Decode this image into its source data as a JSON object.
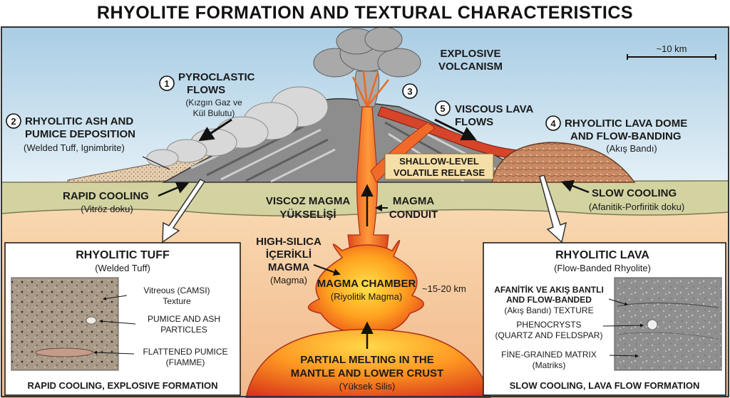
{
  "title": "RHYOLITE FORMATION AND TEXTURAL CHARACTERISTICS",
  "scale": "~10 km",
  "numbers": {
    "n1": "1",
    "n2": "2",
    "n3": "3",
    "n4": "4",
    "n5": "5"
  },
  "labels": {
    "pyroclastic_l1": "PYROCLASTIC",
    "pyroclastic_l2": "FLOWS",
    "pyroclastic_sub1": "(Kızgın Gaz ve",
    "pyroclastic_sub2": "Kül Bulutu)",
    "explosive_l1": "EXPLOSIVE",
    "explosive_l2": "VOLCANISM",
    "ash_l1": "RHYOLITIC ASH AND",
    "ash_l2": "PUMICE DEPOSITION",
    "ash_sub": "(Welded Tuff, Ignimbrite)",
    "viscous_l1": "VISCOUS LAVA",
    "viscous_l2": "FLOWS",
    "dome_l1": "RHYOLITIC LAVA DOME",
    "dome_l2": "AND FLOW-BANDING",
    "dome_sub": "(Akış Bandı)",
    "shallow_l1": "SHALLOW-LEVEL",
    "shallow_l2": "VOLATILE RELEASE",
    "rapid_cooling": "RAPID COOLING",
    "rapid_sub": "(Vitröz doku)",
    "slow_cooling": "SLOW COOLING",
    "slow_sub": "(Afanitik-Porfiritik doku)",
    "viscoz_l1": "VISCOZ MAGMA",
    "viscoz_l2": "YÜKSELİŞİ",
    "conduit_l1": "MAGMA",
    "conduit_l2": "CONDUIT",
    "highsilica_l1": "HIGH-SILICA",
    "highsilica_l2": "İÇERİKLİ",
    "highsilica_l3": "MAGMA",
    "highsilica_sub": "(Magma)",
    "chamber": "MAGMA CHAMBER",
    "chamber_sub": "(Riyolitik Magma)",
    "depth": "~15-20 km",
    "melting_l1": "PARTIAL MELTING IN THE",
    "melting_l2": "MANTLE AND LOWER CRUST",
    "melting_sub": "(Yüksek Silis)"
  },
  "tuff_panel": {
    "title": "RHYOLITIC TUFF",
    "subtitle": "(Welded Tuff)",
    "c1_l1": "Vitreous (CAMSI)",
    "c1_l2": "Texture",
    "c2_l1": "PUMICE AND ASH",
    "c2_l2": "PARTICLES",
    "c3_l1": "FLATTENED PUMICE",
    "c3_l2": "(FIAMME)",
    "footer": "RAPID COOLING, EXPLOSIVE FORMATION"
  },
  "lava_panel": {
    "title": "RHYOLITIC LAVA",
    "subtitle": "(Flow-Banded Rhyolite)",
    "c1_l1": "AFANİTİK VE AKIŞ BANTLI",
    "c1_l2": "AND FLOW-BANDED",
    "c1_l3": "(Akış Bandı) TEXTURE",
    "c2_l1": "PHENOCRYSTS",
    "c2_l2": "(QUARTZ AND FELDSPAR)",
    "c3_l1": "FİNE-GRAINED MATRIX",
    "c3_l2": "(Matriks)",
    "footer": "SLOW COOLING, LAVA FLOW FORMATION"
  },
  "colors": {
    "sky_top": "#a9cde4",
    "sky_bottom": "#e4f0f7",
    "ground": "#d3d3a1",
    "crust": "#f6c99a",
    "magma": "#f0641e",
    "chamber_core": "#ffd23c",
    "dome": "#c98a63"
  }
}
